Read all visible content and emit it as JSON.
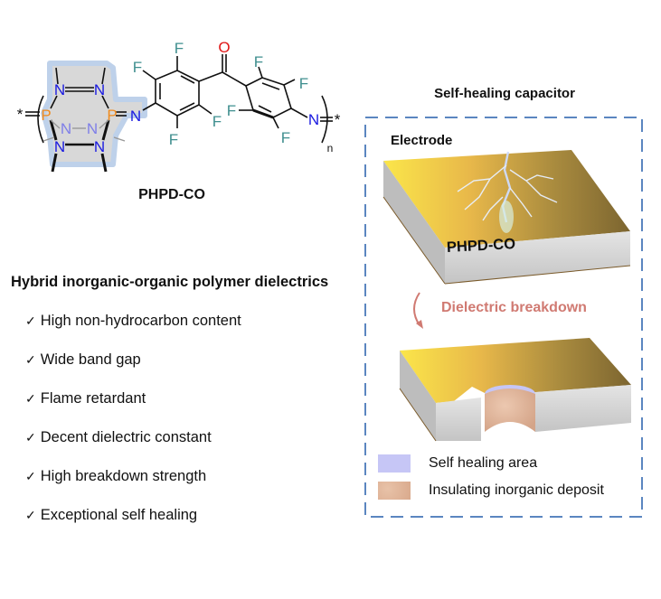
{
  "molecule": {
    "name": "PHPD-CO",
    "atoms": {
      "phosphorus": "P",
      "nitrogen": "N",
      "fluorine": "F",
      "oxygen": "O",
      "end_group": "*",
      "repeat_index": "n"
    },
    "colors": {
      "phosphorus": "#f08a1c",
      "nitrogen": "#1a1ae0",
      "fluorine": "#3f8f8f",
      "oxygen": "#e01818",
      "highlight": "#c8d8ee"
    }
  },
  "left_panel": {
    "heading": "Hybrid inorganic-organic polymer dielectrics",
    "check_glyph": "✓",
    "features": [
      "High non-hydrocarbon content",
      "Wide band gap",
      "Flame retardant",
      "Decent dielectric constant",
      "High breakdown strength",
      "Exceptional self healing"
    ]
  },
  "right_panel": {
    "title": "Self-healing capacitor",
    "electrode_label": "Electrode",
    "film_label": "PHPD-CO",
    "transition_label": "Dielectric breakdown",
    "legend": [
      {
        "label": "Self healing area",
        "color": "#c6c6f6"
      },
      {
        "label": "Insulating inorganic deposit",
        "color": "#deb39a"
      }
    ],
    "colors": {
      "dash_border": "#5b86c0",
      "transition_text": "#d07a72",
      "electrode_gold": "#e9c443"
    }
  }
}
